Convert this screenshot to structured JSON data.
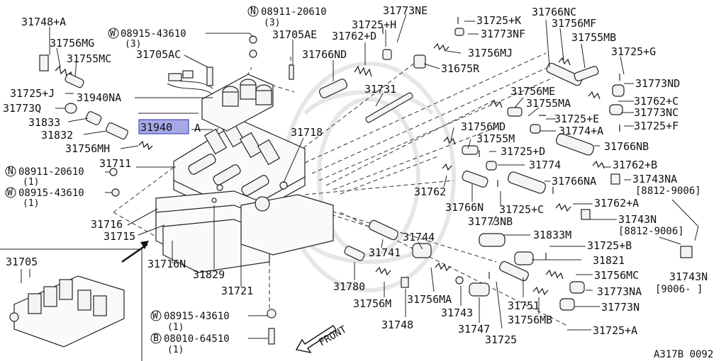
{
  "diagram": {
    "reference_code": "A317B 0092",
    "front_label": "FRONT",
    "highlighted_part": "31940",
    "parts": [
      {
        "id": "p31748A",
        "label": "31748+A"
      },
      {
        "id": "p31756MG",
        "label": "31756MG"
      },
      {
        "id": "p31755MC",
        "label": "31755MC"
      },
      {
        "id": "p31725J",
        "label": "31725+J"
      },
      {
        "id": "p31773Q",
        "label": "31773Q"
      },
      {
        "id": "p31833",
        "label": "31833"
      },
      {
        "id": "p31832",
        "label": "31832"
      },
      {
        "id": "p31756MH",
        "label": "31756MH"
      },
      {
        "id": "p31711",
        "label": "31711"
      },
      {
        "id": "p31940NA",
        "label": "31940NA"
      },
      {
        "id": "p31940",
        "label": "31940"
      },
      {
        "id": "p31940A",
        "label": "A"
      },
      {
        "id": "p31705AC",
        "label": "31705AC"
      },
      {
        "id": "p31705AE",
        "label": "31705AE"
      },
      {
        "id": "p31766ND",
        "label": "31766ND"
      },
      {
        "id": "p31762D",
        "label": "31762+D"
      },
      {
        "id": "p31725H",
        "label": "31725+H"
      },
      {
        "id": "p31773NE",
        "label": "31773NE"
      },
      {
        "id": "p31725K",
        "label": "31725+K"
      },
      {
        "id": "p31773NF",
        "label": "31773NF"
      },
      {
        "id": "p31756MJ",
        "label": "31756MJ"
      },
      {
        "id": "p31675R",
        "label": "31675R"
      },
      {
        "id": "p31731",
        "label": "31731"
      },
      {
        "id": "p31718",
        "label": "31718"
      },
      {
        "id": "p31766NC",
        "label": "31766NC"
      },
      {
        "id": "p31756MF",
        "label": "31756MF"
      },
      {
        "id": "p31755MB",
        "label": "31755MB"
      },
      {
        "id": "p31725G",
        "label": "31725+G"
      },
      {
        "id": "p31773ND",
        "label": "31773ND"
      },
      {
        "id": "p31762C",
        "label": "31762+C"
      },
      {
        "id": "p31773NC",
        "label": "31773NC"
      },
      {
        "id": "p31725F",
        "label": "31725+F"
      },
      {
        "id": "p31756ME",
        "label": "31756ME"
      },
      {
        "id": "p31755MA",
        "label": "31755MA"
      },
      {
        "id": "p31725E",
        "label": "31725+E"
      },
      {
        "id": "p31774A",
        "label": "31774+A"
      },
      {
        "id": "p31756MD",
        "label": "31756MD"
      },
      {
        "id": "p31755M",
        "label": "31755M"
      },
      {
        "id": "p31725D",
        "label": "31725+D"
      },
      {
        "id": "p31766NB",
        "label": "31766NB"
      },
      {
        "id": "p31774",
        "label": "31774"
      },
      {
        "id": "p31762B",
        "label": "31762+B"
      },
      {
        "id": "p31743NA",
        "label": "31743NA"
      },
      {
        "id": "p31766NA",
        "label": "31766NA"
      },
      {
        "id": "p31762",
        "label": "31762"
      },
      {
        "id": "p31766N",
        "label": "31766N"
      },
      {
        "id": "p31725C",
        "label": "31725+C"
      },
      {
        "id": "p31762A",
        "label": "31762+A"
      },
      {
        "id": "p31773NB",
        "label": "31773NB"
      },
      {
        "id": "p31743N",
        "label": "31743N"
      },
      {
        "id": "p31833M",
        "label": "31833M"
      },
      {
        "id": "p31725B",
        "label": "31725+B"
      },
      {
        "id": "p31821",
        "label": "31821"
      },
      {
        "id": "p31756MC",
        "label": "31756MC"
      },
      {
        "id": "p31773NA",
        "label": "31773NA"
      },
      {
        "id": "p31773N",
        "label": "31773N"
      },
      {
        "id": "p31725A",
        "label": "31725+A"
      },
      {
        "id": "p31743N2",
        "label": "31743N"
      },
      {
        "id": "p31744",
        "label": "31744"
      },
      {
        "id": "p31741",
        "label": "31741"
      },
      {
        "id": "p31780",
        "label": "31780"
      },
      {
        "id": "p31756M",
        "label": "31756M"
      },
      {
        "id": "p31756MA",
        "label": "31756MA"
      },
      {
        "id": "p31748",
        "label": "31748"
      },
      {
        "id": "p31743",
        "label": "31743"
      },
      {
        "id": "p31747",
        "label": "31747"
      },
      {
        "id": "p31751",
        "label": "31751"
      },
      {
        "id": "p31756MB",
        "label": "31756MB"
      },
      {
        "id": "p31725",
        "label": "31725"
      },
      {
        "id": "p31716",
        "label": "31716"
      },
      {
        "id": "p31715",
        "label": "31715"
      },
      {
        "id": "p31716N",
        "label": "31716N"
      },
      {
        "id": "p31829",
        "label": "31829"
      },
      {
        "id": "p31721",
        "label": "31721"
      },
      {
        "id": "p31705",
        "label": "31705"
      }
    ],
    "fasteners": [
      {
        "id": "f_n_top",
        "prefix": "N",
        "label": "08911-20610",
        "qty": "(3)"
      },
      {
        "id": "f_w_top",
        "prefix": "W",
        "label": "08915-43610",
        "qty": "(3)"
      },
      {
        "id": "f_n_left",
        "prefix": "N",
        "label": "08911-20610",
        "qty": "(1)"
      },
      {
        "id": "f_w_left",
        "prefix": "W",
        "label": "08915-43610",
        "qty": "(1)"
      },
      {
        "id": "f_w_bottom",
        "prefix": "W",
        "label": "08915-43610",
        "qty": "(1)"
      },
      {
        "id": "f_b_bottom",
        "prefix": "B",
        "label": "08010-64510",
        "qty": "(1)"
      }
    ],
    "date_ranges": [
      {
        "id": "r1",
        "label": "[8812-9006]"
      },
      {
        "id": "r2",
        "label": "[8812-9006]"
      },
      {
        "id": "r3",
        "label": "[9006-    ]"
      }
    ]
  }
}
